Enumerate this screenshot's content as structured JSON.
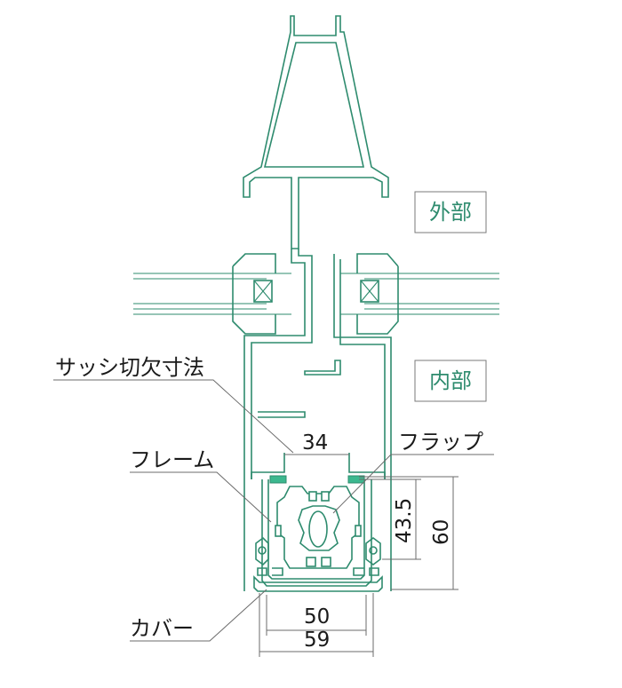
{
  "labels": {
    "exterior": "外部",
    "interior": "内部",
    "sash_cutout": "サッシ切欠寸法",
    "frame": "フレーム",
    "flap": "フラップ",
    "cover": "カバー"
  },
  "dimensions": {
    "cutout_width": "34",
    "flap_height": "43.5",
    "total_height": "60",
    "inner_width": "50",
    "outer_width": "59"
  },
  "colors": {
    "profile": "#2e8b6e",
    "gasket": "#3cb88f",
    "dimension": "#6b6b6b"
  }
}
